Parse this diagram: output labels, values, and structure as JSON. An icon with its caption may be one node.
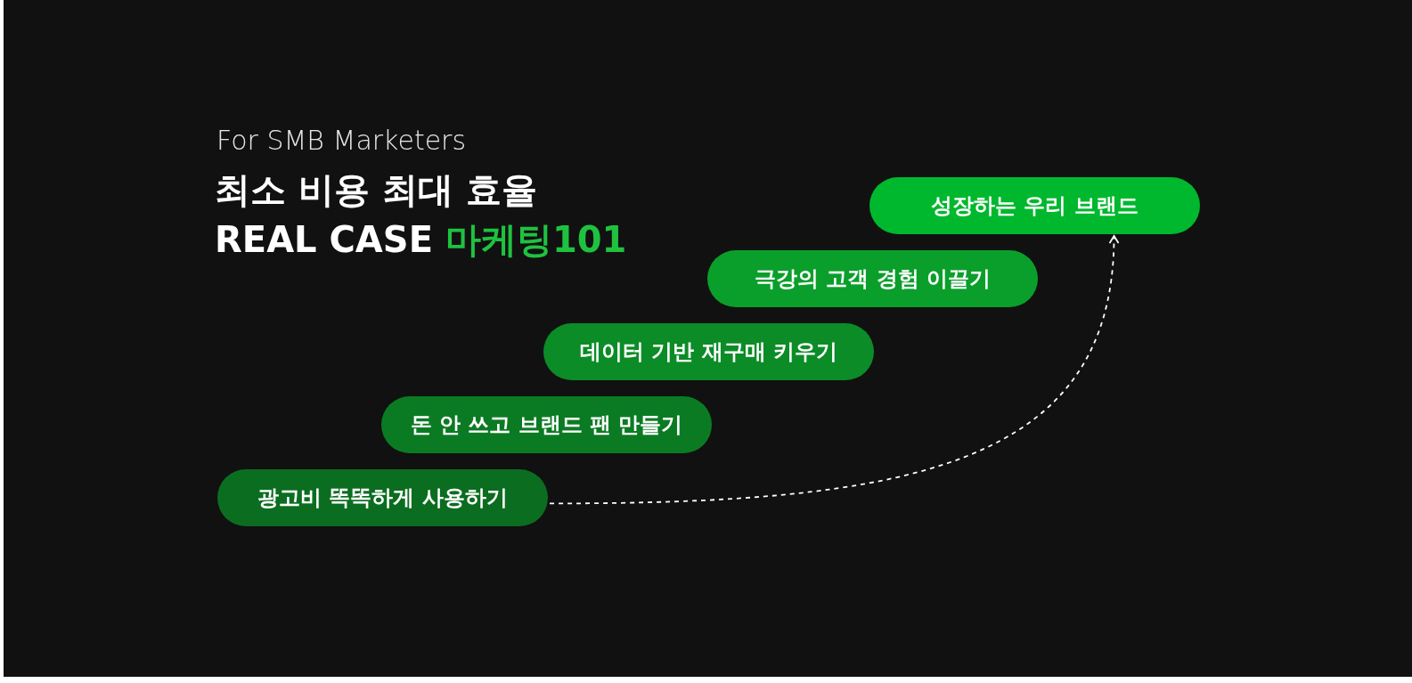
{
  "diagram": {
    "title": "최소 비용 최대 효율 REAL CASE 마케팅101",
    "nodes": [
      {
        "text": [
          "성장하는 우리 브랜드"
        ]
      },
      {
        "text": [
          "극강의 고객 경험 이끌기"
        ]
      },
      {
        "text": [
          "데이터 기반 재구매 키우기"
        ]
      },
      {
        "text": [
          "돈 안 쓰고 브랜드 팬 만들기"
        ]
      },
      {
        "text": [
          "광고비 똑똑하게 사용하기"
        ]
      }
    ],
    "edges": [
      {
        "from": 4,
        "to": 0,
        "arrow": "to",
        "style": "dashed"
      }
    ],
    "labels": [
      "For SMB Marketers"
    ]
  }
}
